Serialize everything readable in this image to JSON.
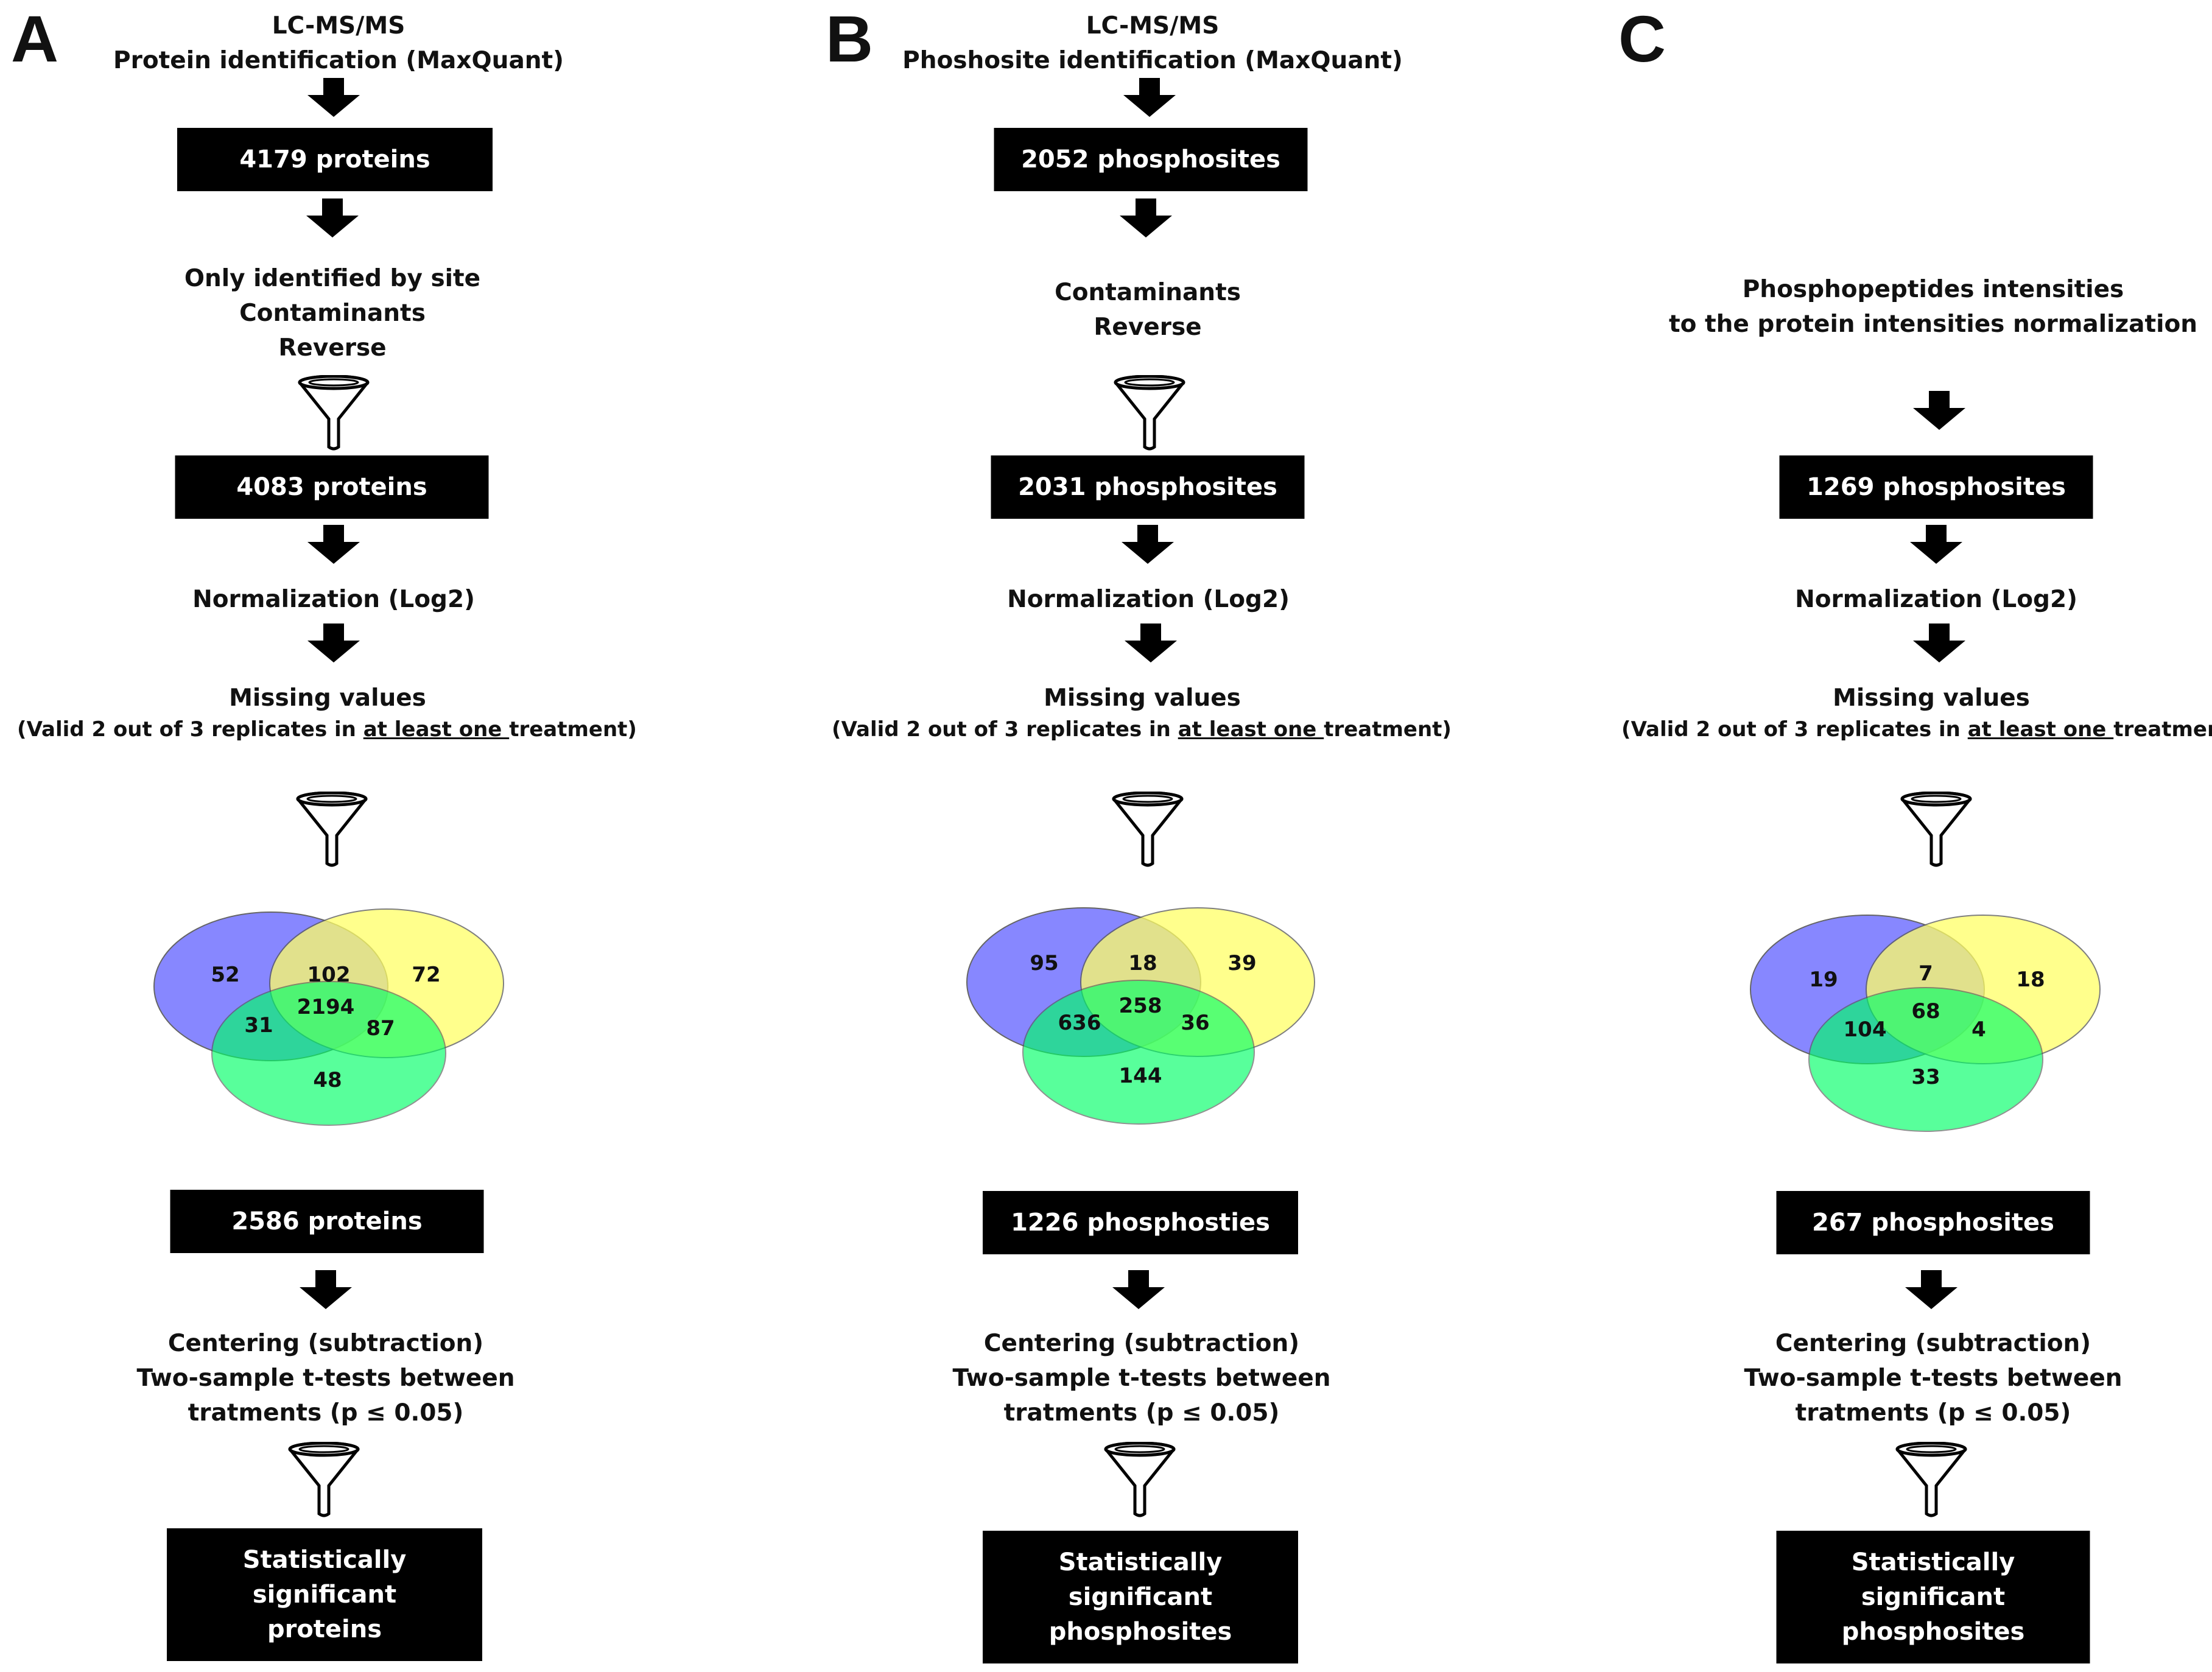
{
  "panels": [
    {
      "letter": "A",
      "header": [
        "LC-MS/MS",
        "Protein identification (MaxQuant)"
      ],
      "box1": "4179 proteins",
      "filter1": [
        "Only identified by site",
        "Contaminants",
        "Reverse"
      ],
      "box2": "4083 proteins",
      "normalization": "Normalization (Log2)",
      "missing_title": "Missing values",
      "missing_pre": "(Valid 2 out of 3 replicates in ",
      "missing_ul": "at least one ",
      "missing_post": "treatment)",
      "venn": {
        "only_blue": "52",
        "only_yellow": "72",
        "only_green": "48",
        "blue_yellow": "102",
        "blue_green": "31",
        "yellow_green": "87",
        "all": "2194"
      },
      "box3": "2586 proteins",
      "stats": [
        "Centering (subtraction)",
        "Two-sample t-tests between",
        "tratments (p ≤ 0.05)"
      ],
      "final": [
        "Statistically",
        "significant",
        "proteins"
      ]
    },
    {
      "letter": "B",
      "header": [
        "LC-MS/MS",
        "Phoshosite identification (MaxQuant)"
      ],
      "box1": "2052 phosphosites",
      "filter1": [
        "Contaminants",
        "Reverse"
      ],
      "box2": "2031 phosphosites",
      "normalization": "Normalization (Log2)",
      "missing_title": "Missing values",
      "missing_pre": "(Valid 2 out of 3 replicates in ",
      "missing_ul": "at least one ",
      "missing_post": "treatment)",
      "venn": {
        "only_blue": "95",
        "only_yellow": "39",
        "only_green": "144",
        "blue_yellow": "18",
        "blue_green": "636",
        "yellow_green": "36",
        "all": "258"
      },
      "box3": "1226 phosphosties",
      "stats": [
        "Centering (subtraction)",
        "Two-sample t-tests between",
        "tratments (p ≤ 0.05)"
      ],
      "final": [
        "Statistically",
        "significant",
        "phosphosites"
      ]
    },
    {
      "letter": "C",
      "header": [],
      "filter1": [
        "Phosphopeptides intensities",
        "to the protein intensities normalization"
      ],
      "box2": "1269 phosphosites",
      "normalization": "Normalization (Log2)",
      "missing_title": "Missing values",
      "missing_pre": "(Valid 2 out of 3 replicates in ",
      "missing_ul": "at least one ",
      "missing_post": "treatment)",
      "venn": {
        "only_blue": "19",
        "only_yellow": "18",
        "only_green": "33",
        "blue_yellow": "7",
        "blue_green": "104",
        "yellow_green": "4",
        "all": "68"
      },
      "box3": "267 phosphosites",
      "stats": [
        "Centering (subtraction)",
        "Two-sample t-tests between",
        "tratments (p ≤ 0.05)"
      ],
      "final": [
        "Statistically",
        "significant",
        "phosphosites"
      ]
    }
  ],
  "colors": {
    "blue": "#7b7bff",
    "yellow": "#ffff66",
    "green": "#00ff66",
    "box": "#000000"
  }
}
